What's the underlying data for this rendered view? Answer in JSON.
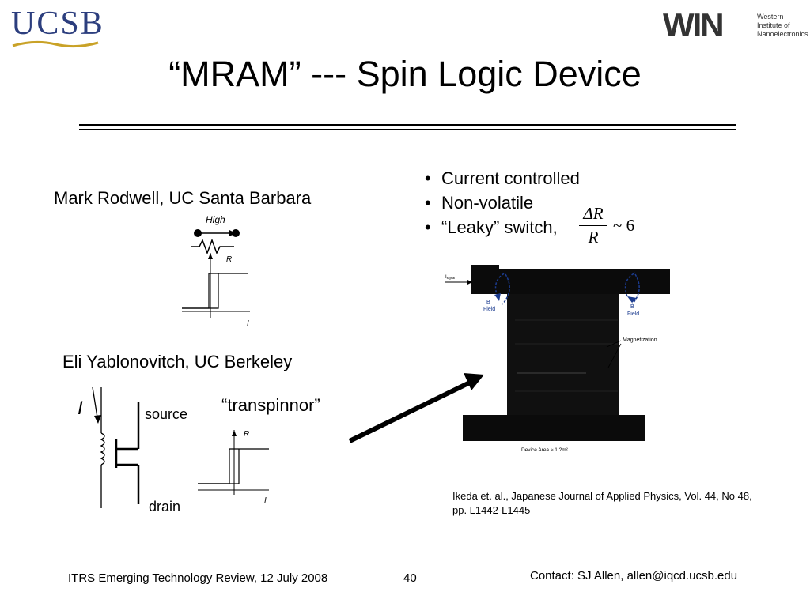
{
  "header": {
    "left_logo": "UCSB",
    "right_logo": "WIN",
    "right_logo_lines": [
      "Western",
      "Institute of",
      "Nanoelectronics"
    ]
  },
  "title": "“MRAM” --- Spin Logic Device",
  "author1": "Mark Rodwell, UC Santa Barbara",
  "author2": "Eli Yablonovitch, UC Berkeley",
  "resistor_diagram": {
    "state_label": "High",
    "y_axis": "R",
    "x_axis": "I"
  },
  "bullets": [
    "Current controlled",
    "Non-volatile",
    "“Leaky” switch,"
  ],
  "ratio": {
    "numerator": "ΔR",
    "denominator": "R",
    "approx": "~ 6"
  },
  "transpinnor": {
    "label": "“transpinnor”",
    "current": "I",
    "source": "source",
    "drain": "drain",
    "y_axis": "R",
    "x_axis": "I"
  },
  "device": {
    "i_signal": "I",
    "i_signal_sub": "signal",
    "b_field_left": [
      "B",
      "Field"
    ],
    "b_field_right": [
      "B",
      "Field"
    ],
    "magnetization": "Magnetization",
    "area": "Device Area ≈ 1 ?m²"
  },
  "reference": "Ikeda et. al., Japanese Journal of Applied Physics, Vol. 44, No 48, pp. L1442-L1445",
  "footer": {
    "left": "ITRS Emerging Technology Review, 12 July 2008",
    "page_number": "40",
    "contact": "Contact: SJ Allen, allen@iqcd.ucsb.edu"
  },
  "colors": {
    "ucsb_blue": "#2c3e7e",
    "field_blue": "#1b3b8f"
  }
}
